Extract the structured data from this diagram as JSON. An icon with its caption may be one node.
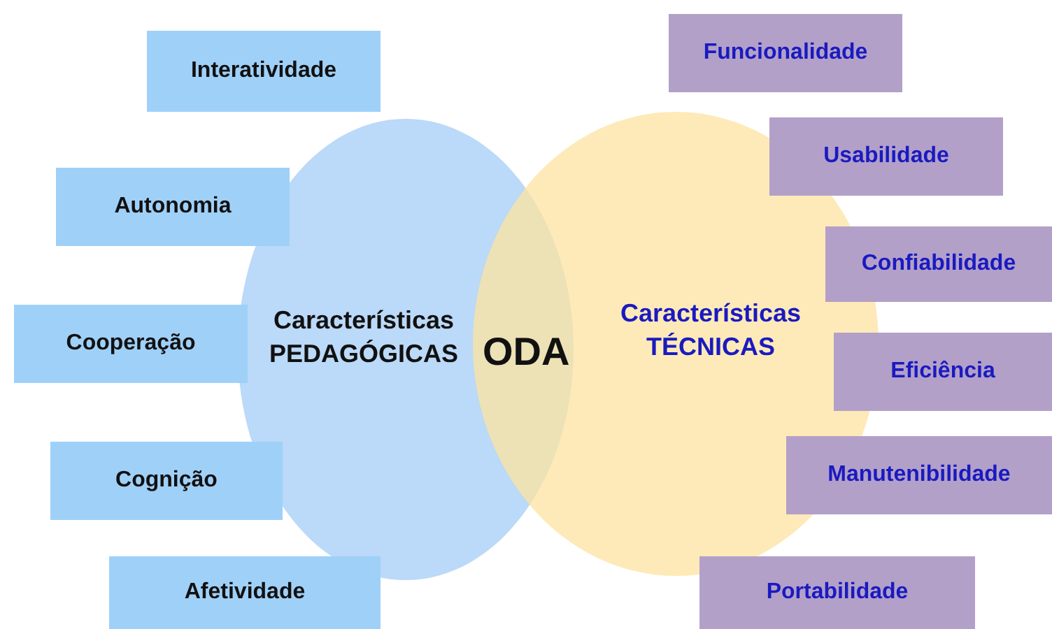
{
  "diagram": {
    "nodes": [
      {
        "text": [
          "Características PEDAGÓGICAS"
        ]
      },
      {
        "text": [
          "Características TÉCNICAS"
        ]
      },
      {
        "text": [
          "Interatividade"
        ]
      },
      {
        "text": [
          "Autonomia"
        ]
      },
      {
        "text": [
          "Cooperação"
        ]
      },
      {
        "text": [
          "Cognição"
        ]
      },
      {
        "text": [
          "Afetividade"
        ]
      },
      {
        "text": [
          "Funcionalidade"
        ]
      },
      {
        "text": [
          "Usabilidade"
        ]
      },
      {
        "text": [
          "Confiabilidade"
        ]
      },
      {
        "text": [
          "Eficiência"
        ]
      },
      {
        "text": [
          "Manutenibilidade"
        ]
      },
      {
        "text": [
          "Portabilidade"
        ]
      }
    ],
    "labels": [
      "ODA"
    ]
  }
}
